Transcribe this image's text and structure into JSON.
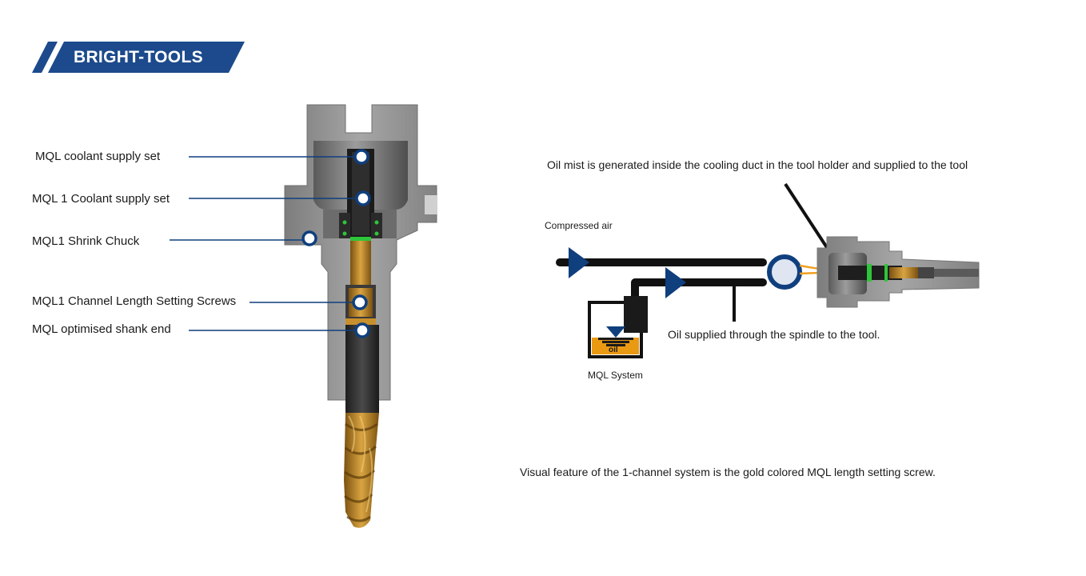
{
  "brand": {
    "name": "BRIGHT-TOOLS",
    "color": "#1c4a8c"
  },
  "colors": {
    "accent_blue": "#0e3f7e",
    "holder_grey": "#8a8a8a",
    "gold": "#c8902c",
    "arrow_orange": "#f0a020",
    "oil_orange": "#e99a12"
  },
  "callouts": [
    {
      "label": "MQL coolant supply set"
    },
    {
      "label": "MQL 1 Coolant supply set"
    },
    {
      "label": "MQL1 Shrink Chuck"
    },
    {
      "label": "MQL1 Channel Length Setting Screws"
    },
    {
      "label": "MQL optimised shank end"
    }
  ],
  "system_diagram": {
    "oil_mist_note": "Oil mist is generated inside the cooling duct in the tool holder and supplied to the tool",
    "compressed_air_label": "Compressed air",
    "spindle_oil_note": "Oil supplied through the spindle to the tool.",
    "oil_label": "oil",
    "mql_system_label": "MQL System"
  },
  "footer_note": "Visual feature of the 1-channel system is the gold colored MQL length setting screw."
}
